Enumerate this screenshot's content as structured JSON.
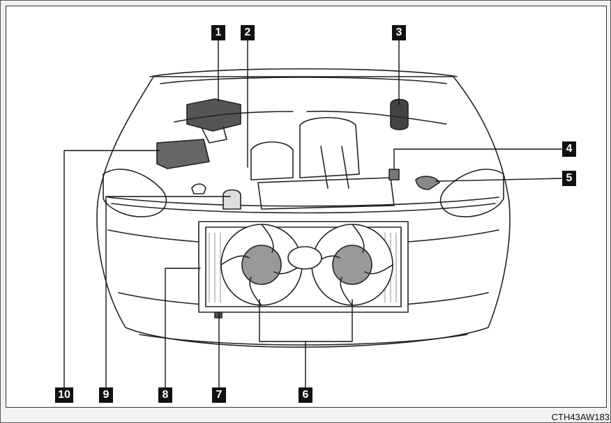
{
  "callouts": {
    "c1": "1",
    "c2": "2",
    "c3": "3",
    "c4": "4",
    "c5": "5",
    "c6": "6",
    "c7": "7",
    "c8": "8",
    "c9": "9",
    "c10": "10"
  },
  "image_code": "CTH43AW183"
}
